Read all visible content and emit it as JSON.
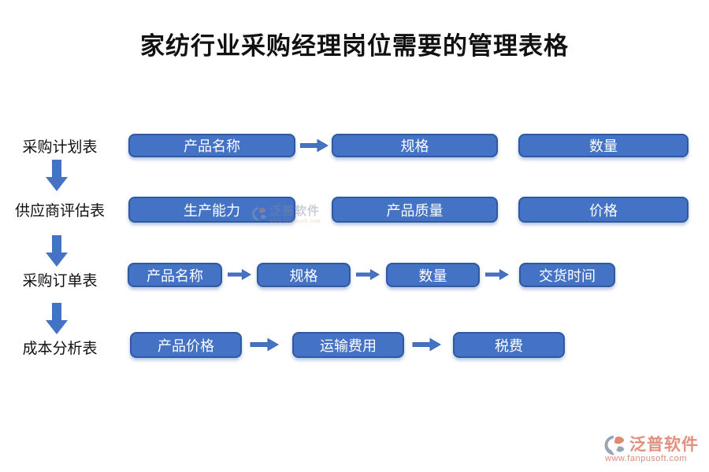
{
  "title": "家纺行业采购经理岗位需要的管理表格",
  "diagram": {
    "stages": [
      {
        "label": "采购计划表",
        "fields": [
          "产品名称",
          "规格",
          "数量"
        ]
      },
      {
        "label": "供应商评估表",
        "fields": [
          "生产能力",
          "产品质量",
          "价格"
        ]
      },
      {
        "label": "采购订单表",
        "fields": [
          "产品名称",
          "规格",
          "数量",
          "交货时间"
        ]
      },
      {
        "label": "成本分析表",
        "fields": [
          "产品价格",
          "运输费用",
          "税费"
        ]
      }
    ]
  },
  "colors": {
    "box_fill": "#4472C4",
    "box_border": "#2F5AA0",
    "arrow": "#4472C4",
    "logo_text": "#E2907E",
    "watermark_text": "#7D8AA0"
  },
  "watermark": {
    "brand": "泛普软件",
    "url": "www.fanpusoft.com"
  },
  "footer_logo": {
    "brand": "泛普软件",
    "url": "www.fanpusoft.com"
  }
}
